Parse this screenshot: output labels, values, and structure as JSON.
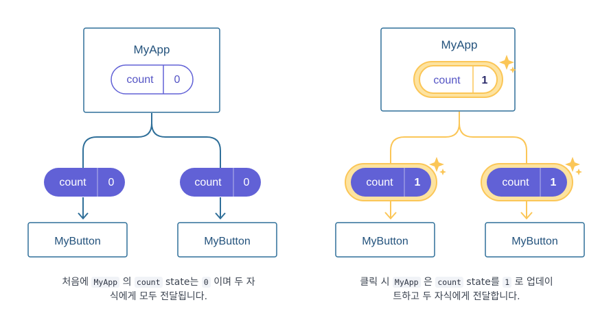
{
  "colors": {
    "blue_stroke": "#2f6f99",
    "blue_text": "#23527c",
    "purple_pill": "#6161d6",
    "purple_text": "#5353c4",
    "yellow": "#fbc657",
    "yellow_light": "#fde3a0",
    "caption_text": "#3c4451"
  },
  "left_diagram": {
    "parent": {
      "title": "MyApp",
      "state_label": "count",
      "state_value": "0"
    },
    "children": [
      {
        "prop_label": "count",
        "prop_value": "0",
        "name": "MyButton"
      },
      {
        "prop_label": "count",
        "prop_value": "0",
        "name": "MyButton"
      }
    ],
    "caption": {
      "line1_a": "처음에",
      "line1_code1": "MyApp",
      "line1_b": "의",
      "line1_code2": "count",
      "line1_c": "state는",
      "line1_code3": "0",
      "line1_d": "이며 두 자",
      "line2": "식에게 모두 전달됩니다."
    }
  },
  "right_diagram": {
    "parent": {
      "title": "MyApp",
      "state_label": "count",
      "state_value": "1"
    },
    "children": [
      {
        "prop_label": "count",
        "prop_value": "1",
        "name": "MyButton"
      },
      {
        "prop_label": "count",
        "prop_value": "1",
        "name": "MyButton"
      }
    ],
    "caption": {
      "line1_a": "클릭 시",
      "line1_code1": "MyApp",
      "line1_b": "은",
      "line1_code2": "count",
      "line1_c": "state를",
      "line1_code3": "1",
      "line1_d": "로 업데이",
      "line2": "트하고 두 자식에게 전달합니다."
    }
  }
}
